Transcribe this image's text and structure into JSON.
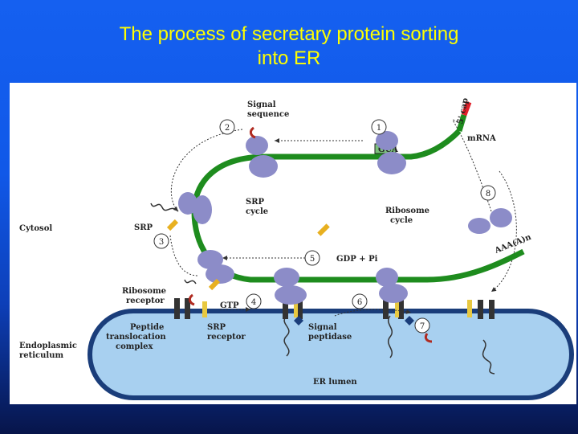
{
  "title": {
    "line1": "The process of secretary protein sorting",
    "line2": "into ER"
  },
  "colors": {
    "background": "#1560f0",
    "title": "#ffff00",
    "mrna": "#1e8c1e",
    "cap": "#e0202a",
    "ribosome": "#8c8cc8",
    "srp": "#e8b020",
    "er_lumen": "#a8d0f0",
    "er_membrane": "#1a3d7a"
  },
  "diagram": {
    "labels": {
      "signal_sequence": [
        "Signal",
        "sequence"
      ],
      "mrna": "mRNA",
      "cap": "5' cap",
      "codon": "GUA",
      "cytosol": "Cytosol",
      "srp": "SRP",
      "srp_cycle": [
        "SRP",
        "cycle"
      ],
      "ribosome_cycle": [
        "Ribosome",
        "cycle"
      ],
      "gdp_pi": "GDP + Pi",
      "gtp": "GTP",
      "poly_a": "AAA(A)n",
      "ribosome_receptor": [
        "Ribosome",
        "receptor"
      ],
      "peptide_translocation_complex": [
        "Peptide",
        "translocation",
        "complex"
      ],
      "srp_receptor": [
        "SRP",
        "receptor"
      ],
      "signal_peptidase": [
        "Signal",
        "peptidase"
      ],
      "endoplasmic_reticulum": [
        "Endoplasmic",
        "reticulum"
      ],
      "er_lumen": "ER lumen"
    },
    "steps": [
      "1",
      "2",
      "3",
      "4",
      "5",
      "6",
      "7",
      "8"
    ]
  }
}
